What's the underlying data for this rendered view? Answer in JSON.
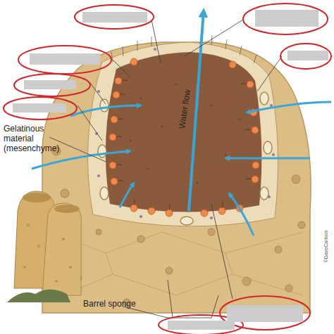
{
  "diagram": {
    "labels": [
      "Gelatinous material (mesenchyme)",
      "Water flow",
      "Barrel sponge",
      "©DaveCarlson"
    ]
  }
}
